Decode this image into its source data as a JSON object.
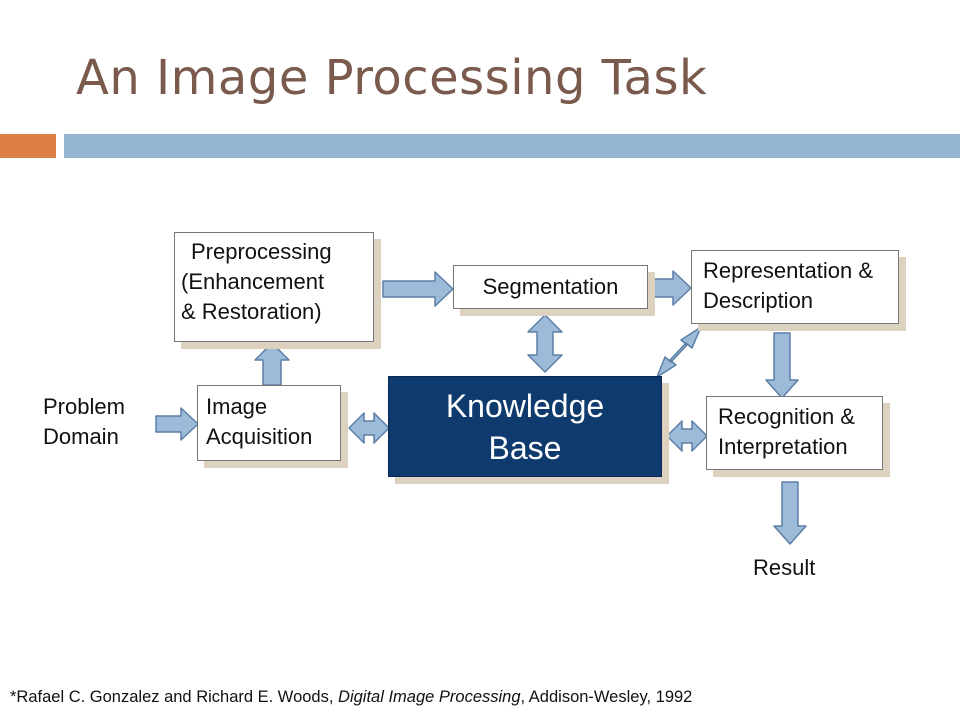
{
  "title": "An Image Processing Task",
  "diagram": {
    "preprocessing": {
      "line1": "Preprocessing",
      "line2": "(Enhancement",
      "line3": "& Restoration)"
    },
    "segmentation": "Segmentation",
    "representation": {
      "line1": "Representation &",
      "line2": "Description"
    },
    "problem_domain": {
      "line1": "Problem",
      "line2": "Domain"
    },
    "image_acquisition": {
      "line1": "Image",
      "line2": "Acquisition"
    },
    "knowledge_base": {
      "line1": "Knowledge",
      "line2": "Base"
    },
    "recognition": {
      "line1": "Recognition &",
      "line2": "Interpretation"
    },
    "result": "Result"
  },
  "footnote": {
    "prefix": "*Rafael C. Gonzalez and Richard E. Woods, ",
    "book": "Digital Image Processing",
    "suffix": ", Addison-Wesley, 1992"
  },
  "colors": {
    "title": "#7a5a4c",
    "accent_bar": "#dd8047",
    "header_bar": "#94b6d2",
    "knowledge_base_fill": "#0f3a6e",
    "arrow_fill": "#9dbbd8",
    "box_shadow": "#ddd2c0"
  }
}
